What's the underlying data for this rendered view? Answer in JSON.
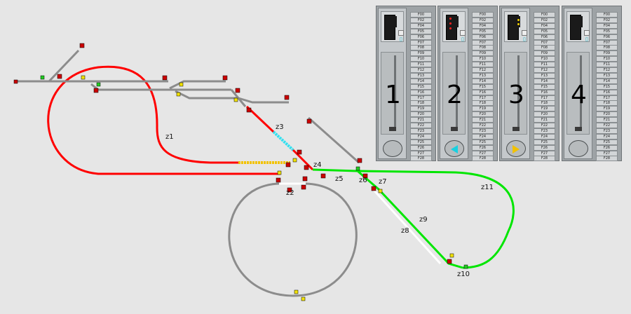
{
  "zones": {
    "z1": "z1",
    "z2": "z2",
    "z3": "z3",
    "z4": "z4",
    "z5": "z5",
    "z6": "z6",
    "z7": "z7",
    "z8": "z8",
    "z9": "z9",
    "z10": "z10",
    "z11": "z11"
  },
  "throttles": [
    {
      "number": "1",
      "direction": "none"
    },
    {
      "number": "2",
      "direction": "left",
      "arrow_color": "#1ad0e0"
    },
    {
      "number": "3",
      "direction": "right",
      "arrow_color": "#f2c200"
    },
    {
      "number": "4",
      "direction": "none"
    }
  ],
  "function_keys": [
    "F00",
    "F02",
    "F04",
    "F05",
    "F06",
    "F07",
    "F08",
    "F09",
    "F10",
    "F11",
    "F12",
    "F13",
    "F14",
    "F15",
    "F16",
    "F17",
    "F18",
    "F19",
    "F20",
    "F21",
    "F22",
    "F23",
    "F24",
    "F25",
    "F26",
    "F27",
    "F28"
  ],
  "colors": {
    "occupied": "#ff0000",
    "reserved": "#00e600",
    "free": "#8c8c8c",
    "route": "#ffffff",
    "train_yellow": "#f2c200",
    "train_cyan": "#33e0f0",
    "background": "#e6e6e6"
  }
}
